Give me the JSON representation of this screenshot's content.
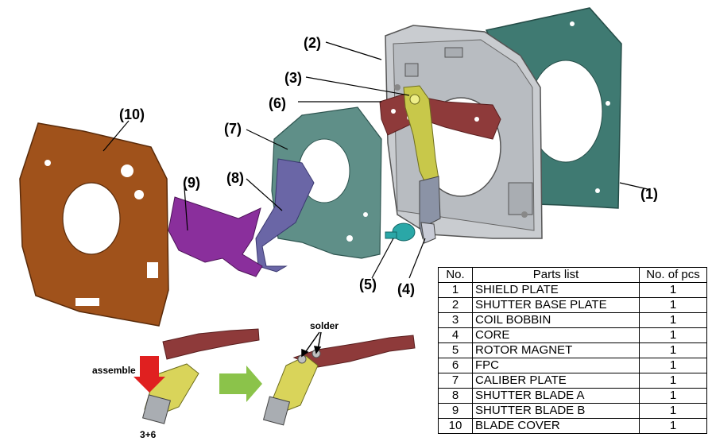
{
  "callouts": {
    "c1": "(1)",
    "c2": "(2)",
    "c3": "(3)",
    "c4": "(4)",
    "c5": "(5)",
    "c6": "(6)",
    "c7": "(7)",
    "c8": "(8)",
    "c9": "(9)",
    "c10": "(10)"
  },
  "assembly": {
    "assemble_label": "assemble",
    "solder_label": "solder",
    "combo_label": "3+6"
  },
  "parts_table": {
    "headers": {
      "no": "No.",
      "name": "Parts list",
      "pcs": "No. of pcs"
    },
    "rows": [
      {
        "no": "1",
        "name": "SHIELD PLATE",
        "pcs": "1"
      },
      {
        "no": "2",
        "name": "SHUTTER BASE PLATE",
        "pcs": "1"
      },
      {
        "no": "3",
        "name": "COIL BOBBIN",
        "pcs": "1"
      },
      {
        "no": "4",
        "name": "CORE",
        "pcs": "1"
      },
      {
        "no": "5",
        "name": "ROTOR MAGNET",
        "pcs": "1"
      },
      {
        "no": "6",
        "name": "FPC",
        "pcs": "1"
      },
      {
        "no": "7",
        "name": "CALIBER PLATE",
        "pcs": "1"
      },
      {
        "no": "8",
        "name": "SHUTTER BLADE A",
        "pcs": "1"
      },
      {
        "no": "9",
        "name": "SHUTTER BLADE B",
        "pcs": "1"
      },
      {
        "no": "10",
        "name": "BLADE COVER",
        "pcs": "1"
      }
    ]
  },
  "colors": {
    "shield_plate": "#3f7a72",
    "base_plate": "#c9ccd0",
    "coil_bobbin": "#c8c84a",
    "fpc": "#8e3a3a",
    "rotor_magnet": "#2aa7a7",
    "caliber_plate": "#5f8f88",
    "blade_a": "#6a66a6",
    "blade_b": "#8a2f9c",
    "blade_cover": "#a0521b",
    "assemble_arrow": "#e02020",
    "next_arrow": "#8bc34a"
  }
}
